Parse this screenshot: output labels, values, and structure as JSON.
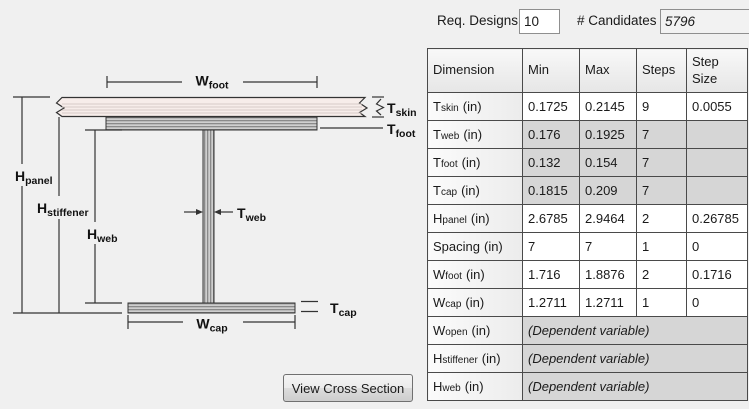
{
  "colors": {
    "page_bg": "#f0f0f0",
    "disabled_cell": "#d6d6d6",
    "editable_cell": "#ffffff",
    "table_border": "#4a4a4a",
    "skin_fill": "#f7edea",
    "laminate_stripe_dark": "#8a8a8a",
    "laminate_stripe_light": "#cfcfcf"
  },
  "header_bar": {
    "req_designs_label": "Req. Designs",
    "req_designs_value": "10",
    "candidates_label": "# Candidates",
    "candidates_value": "5796"
  },
  "diagram": {
    "labels": {
      "wfoot": {
        "main": "W",
        "sub": "foot"
      },
      "tskin": {
        "main": "T",
        "sub": "skin"
      },
      "tfoot": {
        "main": "T",
        "sub": "foot"
      },
      "hpanel": {
        "main": "H",
        "sub": "panel"
      },
      "hstiffener": {
        "main": "H",
        "sub": "stiffener"
      },
      "hweb": {
        "main": "H",
        "sub": "web"
      },
      "tweb": {
        "main": "T",
        "sub": "web"
      },
      "tcap": {
        "main": "T",
        "sub": "cap"
      },
      "wcap": {
        "main": "W",
        "sub": "cap"
      }
    },
    "button_label": "View Cross Section"
  },
  "table": {
    "columns": [
      "Dimension",
      "Min",
      "Max",
      "Steps",
      "Step Size"
    ],
    "rows": [
      {
        "name_main": "T",
        "name_sub": "skin",
        "unit": "(in)",
        "min": "0.1725",
        "max": "0.2145",
        "steps": "9",
        "step_size": "0.0055"
      },
      {
        "name_main": "T",
        "name_sub": "web",
        "unit": "(in)",
        "min": "0.176",
        "max": "0.1925",
        "steps": "7",
        "step_size": ""
      },
      {
        "name_main": "T",
        "name_sub": "foot",
        "unit": "(in)",
        "min": "0.132",
        "max": "0.154",
        "steps": "7",
        "step_size": ""
      },
      {
        "name_main": "T",
        "name_sub": "cap",
        "unit": "(in)",
        "min": "0.1815",
        "max": "0.209",
        "steps": "7",
        "step_size": ""
      },
      {
        "name_main": "H",
        "name_sub": "panel",
        "unit": "(in)",
        "min": "2.6785",
        "max": "2.9464",
        "steps": "2",
        "step_size": "0.26785"
      },
      {
        "name_main": "Spacing",
        "name_sub": "",
        "unit": "(in)",
        "min": "7",
        "max": "7",
        "steps": "1",
        "step_size": "0"
      },
      {
        "name_main": "W",
        "name_sub": "foot",
        "unit": "(in)",
        "min": "1.716",
        "max": "1.8876",
        "steps": "2",
        "step_size": "0.1716"
      },
      {
        "name_main": "W",
        "name_sub": "cap",
        "unit": "(in)",
        "min": "1.2711",
        "max": "1.2711",
        "steps": "1",
        "step_size": "0"
      },
      {
        "name_main": "W",
        "name_sub": "open",
        "unit": "(in)",
        "dependent": "(Dependent variable)"
      },
      {
        "name_main": "H",
        "name_sub": "stiffener",
        "unit": "(in)",
        "dependent": "(Dependent variable)"
      },
      {
        "name_main": "H",
        "name_sub": "web",
        "unit": "(in)",
        "dependent": "(Dependent variable)"
      }
    ]
  }
}
